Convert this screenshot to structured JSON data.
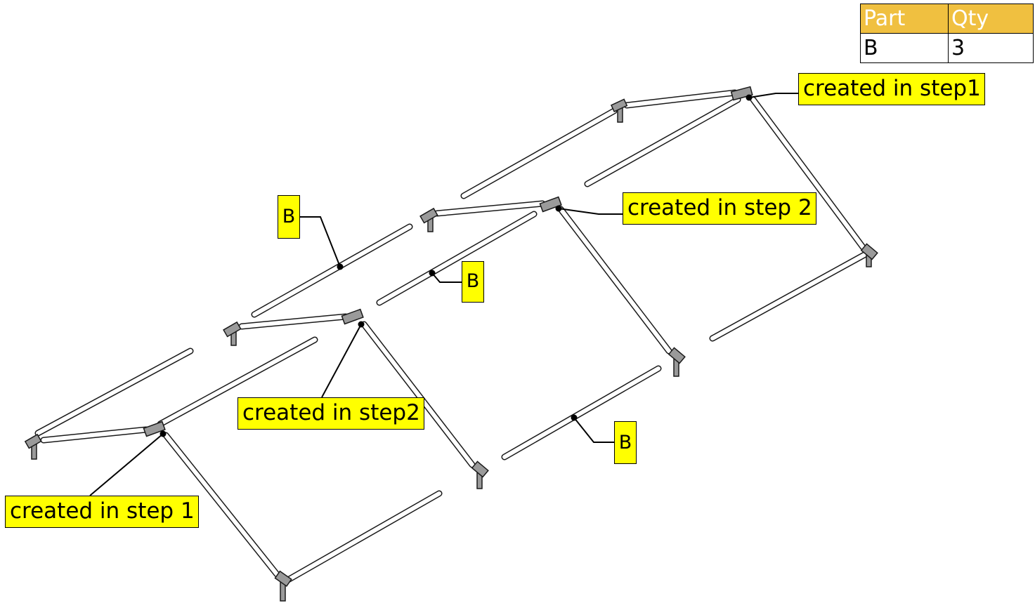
{
  "parts_table": {
    "headers": [
      "Part",
      "Qty"
    ],
    "rows": [
      [
        "B",
        "3"
      ]
    ]
  },
  "callouts": {
    "step1_top": "created in step1",
    "step2_mid": "created in step 2",
    "step2_front": "created in step2",
    "step1_front": "created in step 1",
    "b_upper": "B",
    "b_middle": "B",
    "b_lower": "B"
  },
  "colors": {
    "callout_fill": "#ffff00",
    "table_header_fill": "#f0c040"
  }
}
